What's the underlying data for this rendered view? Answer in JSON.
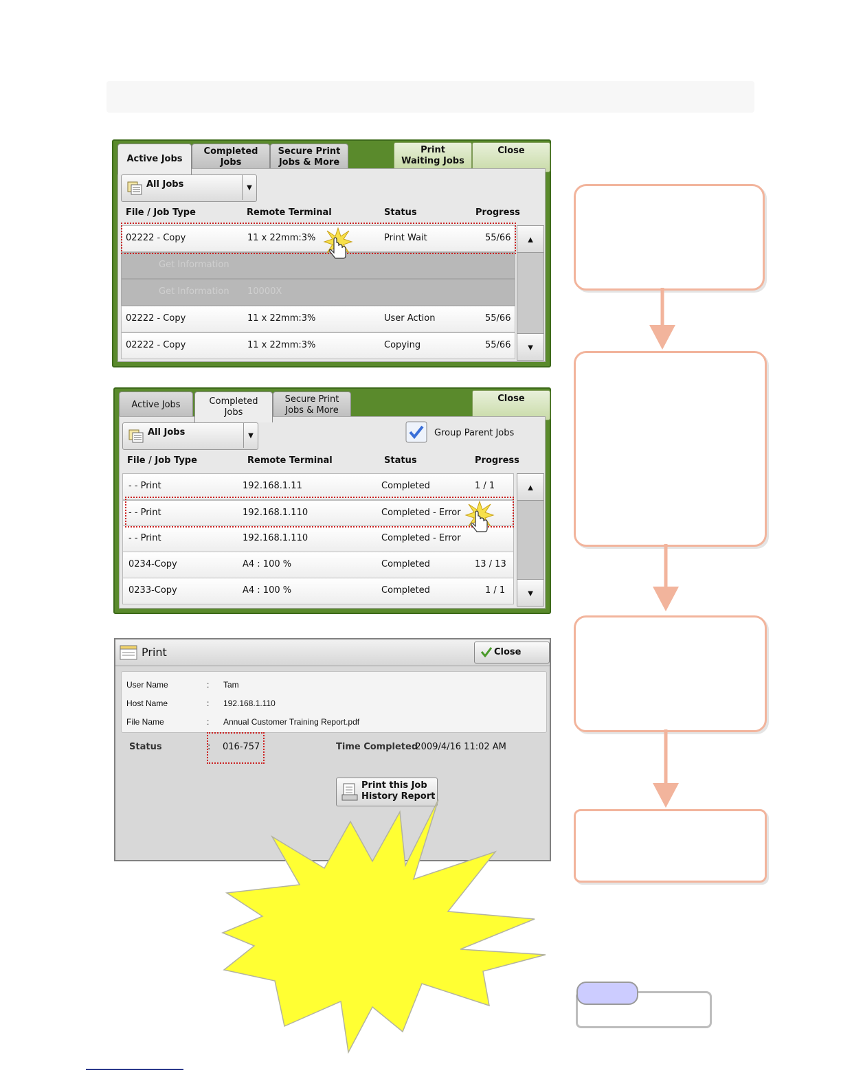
{
  "panel1": {
    "tabs": [
      "Active Jobs",
      "Completed\nJobs",
      "Secure Print\nJobs & More"
    ],
    "print_waiting_label": "Print\nWaiting Jobs",
    "close_label": "Close",
    "dropdown_label": "All Jobs",
    "columns": [
      "File / Job Type",
      "Remote Terminal",
      "Status",
      "Progress"
    ],
    "rows": [
      {
        "file": "02222 - Copy",
        "terminal": "11 x 22mm:3%",
        "status": "Print Wait",
        "progress": "55/66"
      },
      {
        "file": "Get Information",
        "terminal": "",
        "status": "",
        "progress": ""
      },
      {
        "file": "Get Information",
        "terminal": "10000X",
        "status": "",
        "progress": ""
      },
      {
        "file": "02222 - Copy",
        "terminal": "11 x 22mm:3%",
        "status": "User Action",
        "progress": "55/66"
      },
      {
        "file": "02222 - Copy",
        "terminal": "11 x 22mm:3%",
        "status": "Copying",
        "progress": "55/66"
      }
    ]
  },
  "panel2": {
    "tabs": [
      "Active Jobs",
      "Completed\nJobs",
      "Secure Print\nJobs & More"
    ],
    "close_label": "Close",
    "dropdown_label": "All Jobs",
    "group_parent_label": "Group Parent Jobs",
    "columns": [
      "File / Job Type",
      "Remote Terminal",
      "Status",
      "Progress"
    ],
    "rows": [
      {
        "file": "-   -   Print",
        "terminal": "192.168.1.11",
        "status": "Completed",
        "progress": "1 / 1"
      },
      {
        "file": "-   -   Print",
        "terminal": "192.168.1.110",
        "status": "Completed - Error",
        "progress": ""
      },
      {
        "file": "-   -   Print",
        "terminal": "192.168.1.110",
        "status": "Completed - Error",
        "progress": ""
      },
      {
        "file": "0234-Copy",
        "terminal": "A4 : 100 %",
        "status": "Completed",
        "progress": "13 / 13"
      },
      {
        "file": "0233-Copy",
        "terminal": "A4 : 100 %",
        "status": "Completed",
        "progress": "1 / 1"
      }
    ]
  },
  "panel3": {
    "title": "Print",
    "close_label": "Close",
    "fields": [
      {
        "label": "User Name",
        "sep": ":",
        "value": "Tam"
      },
      {
        "label": "Host Name",
        "sep": ":",
        "value": "192.168.1.110"
      },
      {
        "label": "File Name",
        "sep": ":",
        "value": "Annual Customer Training Report.pdf"
      }
    ],
    "status_label": "Status",
    "status_sep": ":",
    "status_value": "016-757",
    "time_completed_label": "Time Completed",
    "time_completed_value": ":2009/4/16 11:02 AM",
    "report_button_label": "Print this Job\nHistory Report"
  },
  "colors": {
    "panel_green": "#5a8a2c",
    "flow_border": "#f2b49c",
    "highlight_red": "#cc2222",
    "burst_yellow": "#ffff33"
  },
  "icons": [
    "jobs-list-icon",
    "scroll-up-icon",
    "scroll-down-icon",
    "pointer-hand-icon",
    "checkbox-checked-icon",
    "print-doc-icon",
    "checkmark-icon",
    "report-icon",
    "starburst-icon"
  ]
}
